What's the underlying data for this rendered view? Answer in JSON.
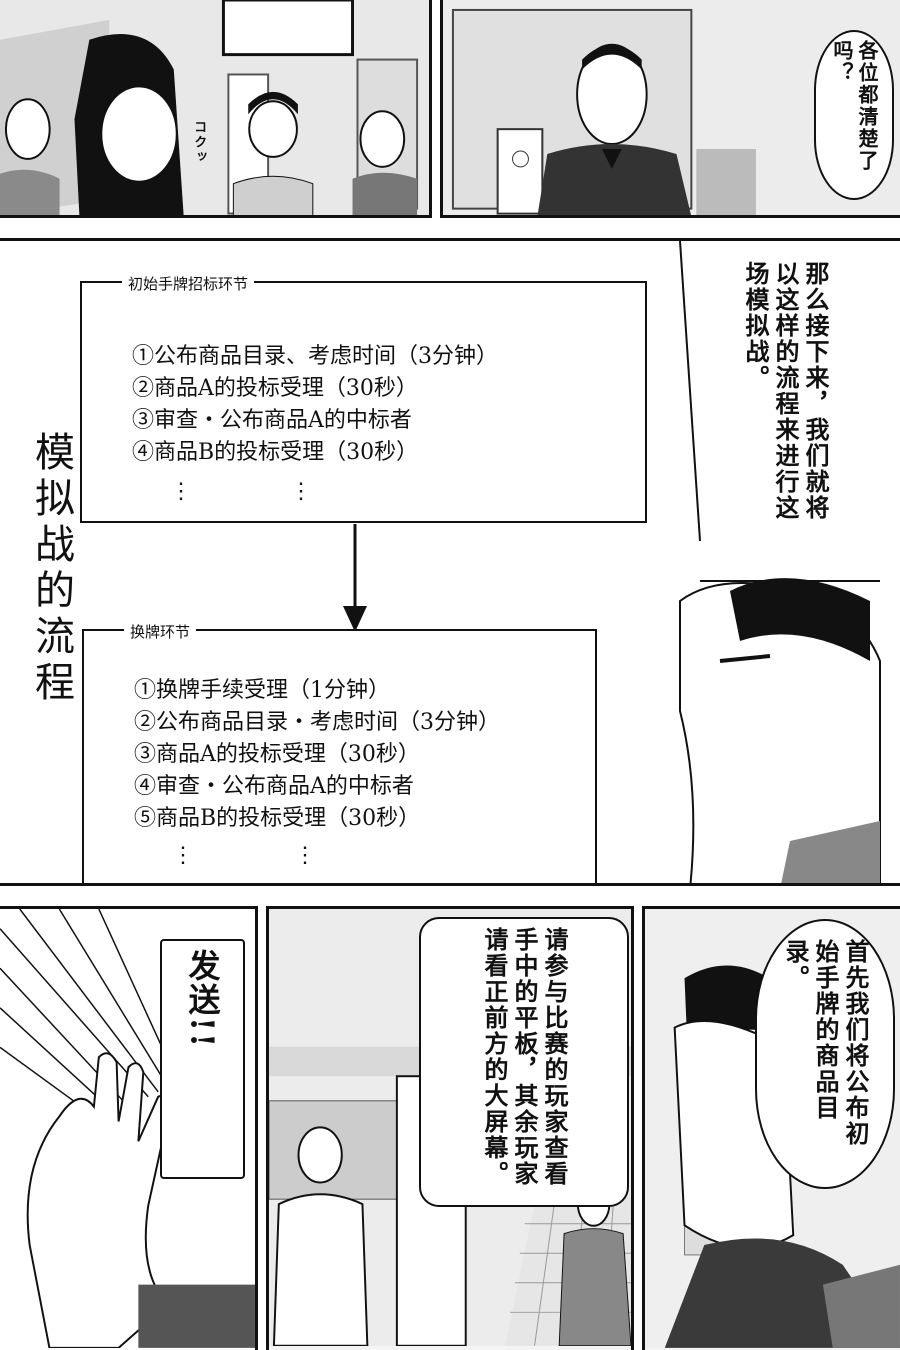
{
  "panels": {
    "top_right": {
      "speech": "各位都清楚了吗？"
    },
    "middle": {
      "speech": "那么接下来，我们就将以这样的流程来进行这场模拟战。",
      "side_title": "模拟战的流程",
      "box1": {
        "title": "初始手牌招标环节",
        "steps": [
          "①公布商品目录、考虑时间（3分钟）",
          "②商品A的投标受理（30秒）",
          "③审查・公布商品A的中标者",
          "④商品B的投标受理（30秒）"
        ],
        "ellipsis": "⋮"
      },
      "box2": {
        "title": "换牌环节",
        "steps": [
          "①换牌手续受理（1分钟）",
          "②公布商品目录・考虑时间（3分钟）",
          "③商品A的投标受理（30秒）",
          "④审查・公布商品A的中标者",
          "⑤商品B的投标受理（30秒）"
        ],
        "ellipsis": "⋮"
      }
    },
    "bottom_left": {
      "sfx": "发送!!"
    },
    "bottom_middle": {
      "speech": "请参与比赛的玩家查看手中的平板，其余玩家请看正前方的大屏幕。"
    },
    "bottom_right": {
      "speech": "首先我们将公布初始手牌的商品目录。"
    },
    "top_left": {
      "sfx": "コクッ"
    }
  }
}
